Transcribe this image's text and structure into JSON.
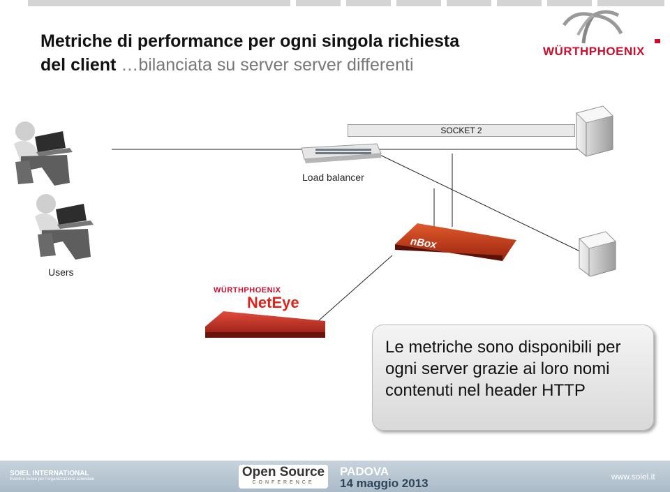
{
  "slide": {
    "title_line1": "Metriche di performance per ogni singola richiesta",
    "title_line2": "del client",
    "title_ellipsis": "…",
    "title_subtitle": "bilanciata su server server differenti"
  },
  "logo": {
    "brand_text": "WÜRTHPHOENIX"
  },
  "diagram": {
    "socket_label": "SOCKET 2",
    "load_balancer_label": "Load balancer",
    "users_label": "Users",
    "nbox_label": "nBox",
    "neteye_brand": "WÜRTHPHOENIX",
    "neteye_label": "NetEye"
  },
  "callout": {
    "text": "Le metriche sono disponibili per ogni server grazie ai loro nomi contenuti nel header HTTP"
  },
  "footer": {
    "sponsor": "SOIEL INTERNATIONAL",
    "sponsor_tagline": "Eventi e riviste per l'organizzazione aziendale",
    "conference_name": "Open Source",
    "conference_sub": "CONFERENCE",
    "city": "PADOVA",
    "date": "14 maggio 2013",
    "url": "www.soiel.it"
  },
  "colors": {
    "brand_red": "#c8102e",
    "footer_blue": "#aabbc8"
  }
}
